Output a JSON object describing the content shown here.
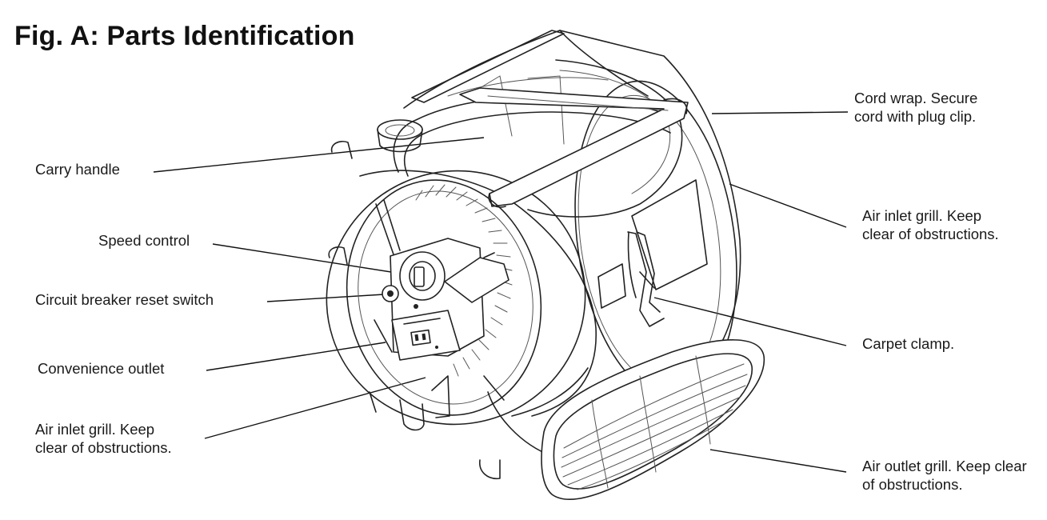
{
  "figure": {
    "title": "Fig. A: Parts Identification"
  },
  "labels": {
    "cord_wrap": [
      "Cord wrap. Secure",
      "cord with plug clip."
    ],
    "carry_handle": [
      "Carry handle"
    ],
    "air_inlet_grill_right": [
      "Air inlet grill. Keep",
      "clear of obstructions."
    ],
    "speed_control": [
      "Speed control"
    ],
    "circuit_breaker": [
      "Circuit breaker reset switch"
    ],
    "carpet_clamp": [
      "Carpet clamp."
    ],
    "convenience_outlet": [
      "Convenience outlet"
    ],
    "air_inlet_grill_left": [
      "Air inlet grill. Keep",
      "clear of obstructions."
    ],
    "air_outlet_grill": [
      "Air outlet grill. Keep clear",
      "of obstructions."
    ]
  }
}
